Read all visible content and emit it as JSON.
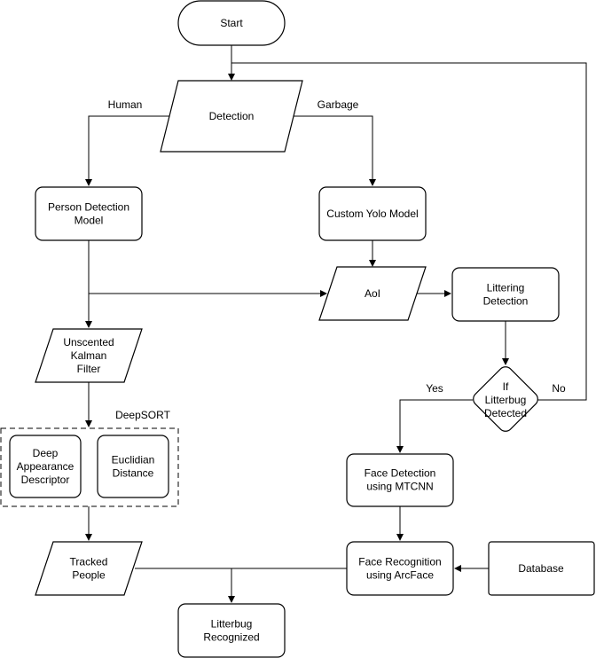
{
  "diagram": {
    "nodes": {
      "start": [
        "Start"
      ],
      "detection": [
        "Detection"
      ],
      "person_detection": [
        "Person Detection",
        "Model"
      ],
      "yolo": [
        "Custom Yolo Model"
      ],
      "aoi": [
        "AoI"
      ],
      "littering_detection": [
        "Littering",
        "Detection"
      ],
      "ukf": [
        "Unscented",
        "Kalman",
        "Filter"
      ],
      "decision": [
        "If",
        "Litterbug",
        "Detected"
      ],
      "deep_appearance": [
        "Deep",
        "Appearance",
        "Descriptor"
      ],
      "euclidian": [
        "Euclidian",
        "Distance"
      ],
      "face_detection": [
        "Face Detection",
        "using MTCNN"
      ],
      "tracked": [
        "Tracked",
        "People"
      ],
      "face_recognition": [
        "Face Recognition",
        "using ArcFace"
      ],
      "database": [
        "Database"
      ],
      "litterbug": [
        "Litterbug",
        "Recognized"
      ]
    },
    "labels": {
      "human": "Human",
      "garbage": "Garbage",
      "deepsort": "DeepSORT",
      "yes": "Yes",
      "no": "No"
    }
  }
}
